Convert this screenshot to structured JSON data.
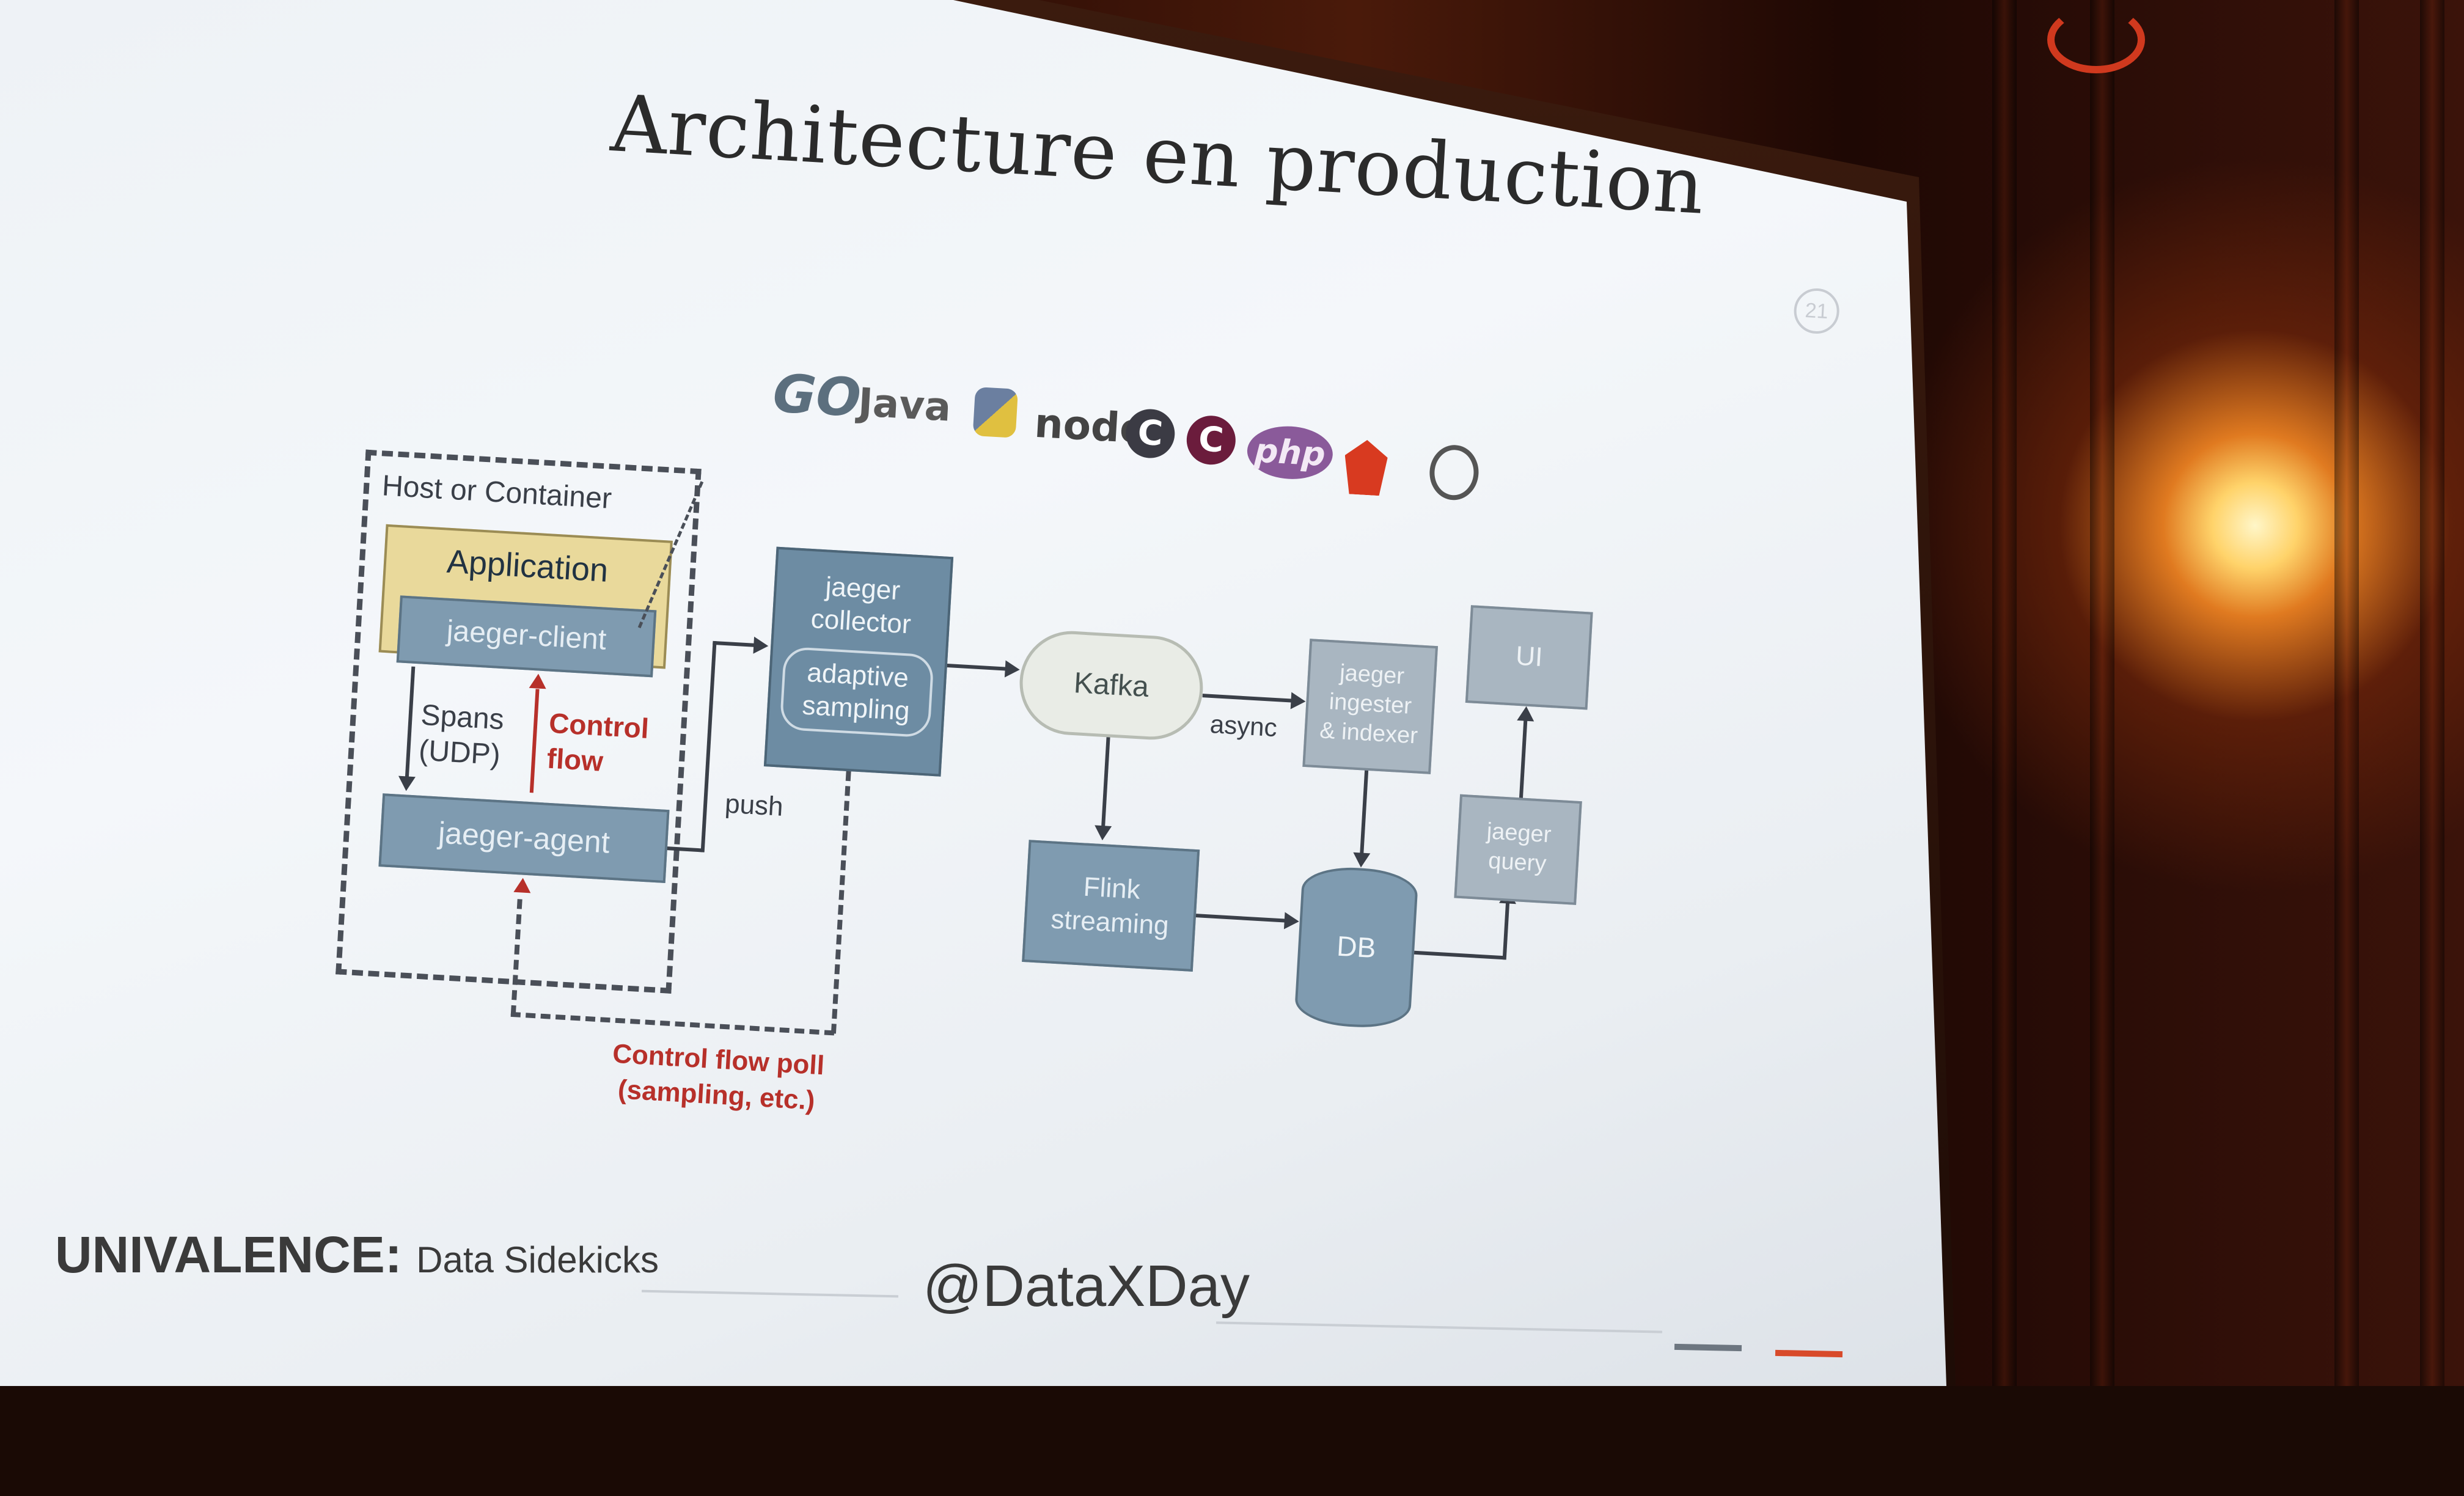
{
  "slide": {
    "title": "Architecture en production",
    "slide_number": "21"
  },
  "logos": {
    "go": "GO",
    "java": "Java",
    "node": "node",
    "c": "C",
    "cpp": "C",
    "php": "php"
  },
  "diagram": {
    "host_label": "Host or Container",
    "application": "Application",
    "jaeger_client": "jaeger-client",
    "spans": "Spans",
    "spans_proto": "(UDP)",
    "control": "Control",
    "flow": "flow",
    "jaeger_agent": "jaeger-agent",
    "push": "push",
    "collector_line1": "jaeger",
    "collector_line2": "collector",
    "adaptive_line1": "adaptive",
    "adaptive_line2": "sampling",
    "kafka": "Kafka",
    "async": "async",
    "ingester_line1": "jaeger",
    "ingester_line2": "ingester",
    "ingester_line3": "& indexer",
    "flink_line1": "Flink",
    "flink_line2": "streaming",
    "db": "DB",
    "ui": "UI",
    "query_line1": "jaeger",
    "query_line2": "query",
    "poll_line1": "Control flow poll",
    "poll_line2": "(sampling, etc.)"
  },
  "footer": {
    "brand": "UNIVALENCE:",
    "tagline": "Data Sidekicks",
    "handle": "@DataXDay"
  },
  "colors": {
    "accent_red": "#b7302a",
    "box_blue": "#7f9bb0",
    "app_yellow": "#e9d99b",
    "footer_dash_grey": "#6d7680",
    "footer_dash_red": "#d84a2a"
  }
}
